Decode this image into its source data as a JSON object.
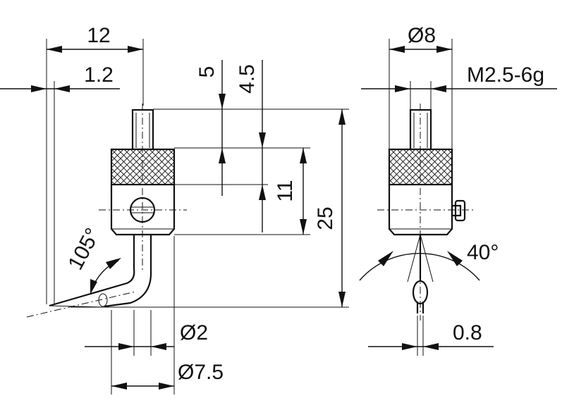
{
  "side_view": {
    "dims": {
      "width_12": "12",
      "offset_1_2": "1.2",
      "len_5": "5",
      "len_4_5": "4.5",
      "len_11": "11",
      "len_25": "25",
      "angle_105": "105°",
      "dia_2": "Ø2",
      "dia_7_5": "Ø7.5"
    }
  },
  "front_view": {
    "dims": {
      "dia_8": "Ø8",
      "thread": "M2.5-6g",
      "angle_40": "40°",
      "tip_0_8": "0.8"
    }
  }
}
